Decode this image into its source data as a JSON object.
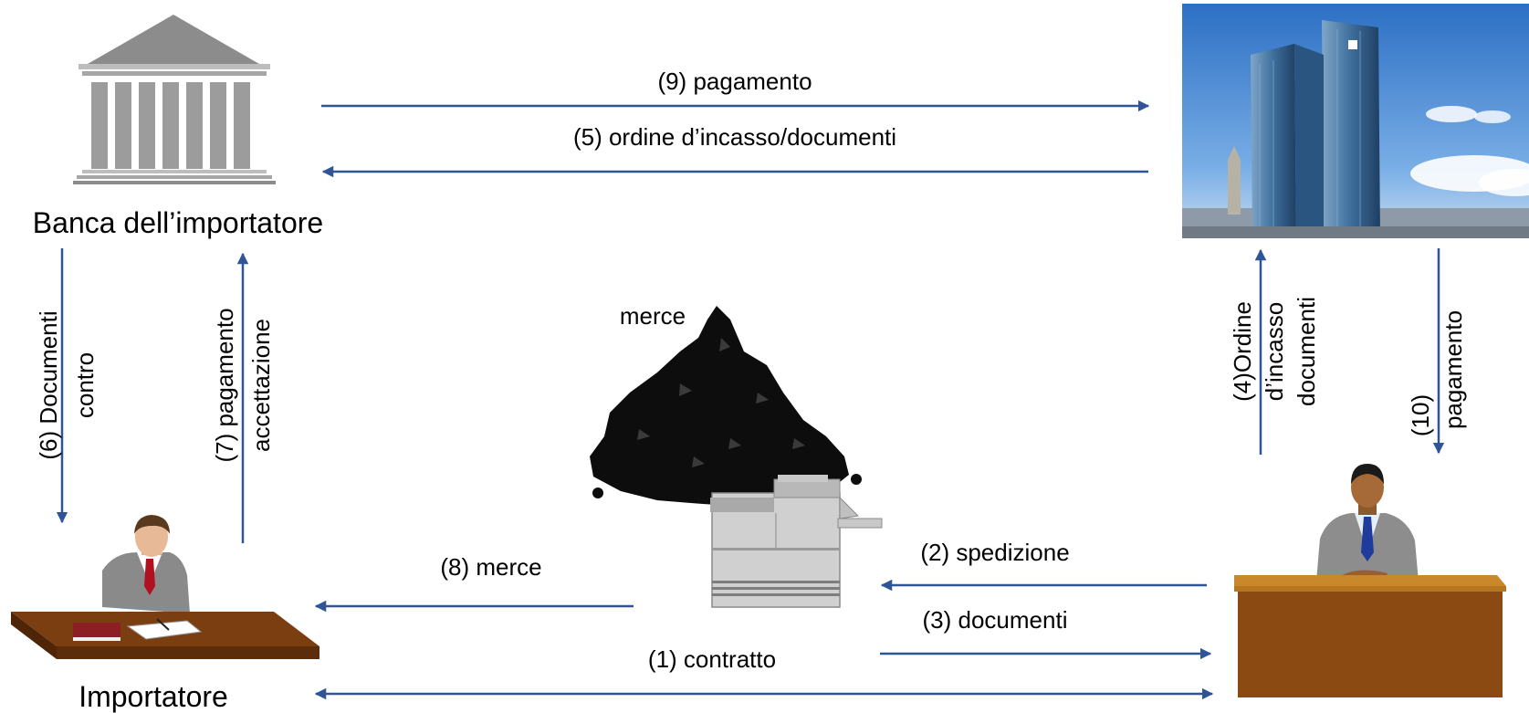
{
  "nodes": {
    "importer_bank": {
      "label": "Banca dell’importatore",
      "icon": "bank-building-icon"
    },
    "importer": {
      "label": "Importatore",
      "icon": "importer-at-desk-icon"
    },
    "exporter_bank": {
      "label": "",
      "icon": "office-towers-photo"
    },
    "exporter": {
      "label": "",
      "icon": "exporter-at-desk-icon"
    },
    "goods": {
      "label": "merce",
      "icon": "goods-pile-and-machine-icon"
    }
  },
  "flows": {
    "f1": {
      "label": "(1) contratto"
    },
    "f2": {
      "label": "(2) spedizione"
    },
    "f3": {
      "label": "(3) documenti"
    },
    "f4": {
      "lines": [
        "(4)Ordine",
        "d’incasso",
        "documenti"
      ]
    },
    "f5": {
      "label": "(5) ordine d’incasso/documenti"
    },
    "f6": {
      "lines": [
        "(6) Documenti",
        "contro"
      ]
    },
    "f7": {
      "lines": [
        "(7) pagamento",
        "accettazione"
      ]
    },
    "f8": {
      "label": "(8) merce"
    },
    "f9": {
      "label": "(9) pagamento"
    },
    "f10": {
      "lines": [
        "(10)",
        "pagamento"
      ]
    }
  },
  "colors": {
    "arrow": "#2F5597",
    "desk_top": "#C9892A",
    "desk_front": "#8B4A12",
    "importer_desk": "#7A3E10",
    "sky": "#3F82D0",
    "suit": "#8A8A8A"
  }
}
